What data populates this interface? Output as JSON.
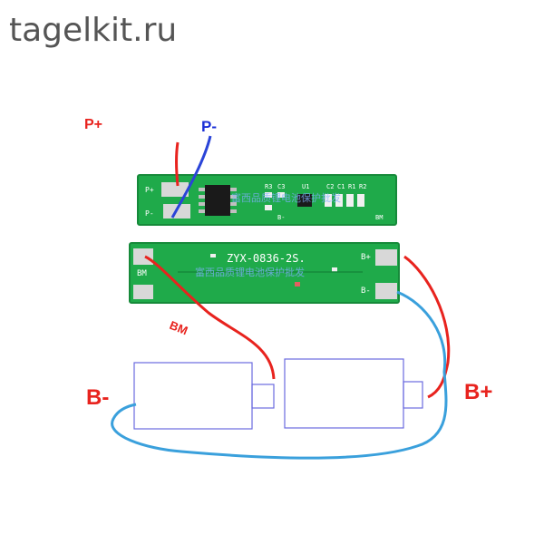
{
  "site": {
    "name": "tagelkit.ru"
  },
  "upper_board": {
    "pad_labels": {
      "p_plus": "P+",
      "p_minus": "P-",
      "b_minus": "B-",
      "bm": "BM"
    },
    "components": [
      "R3",
      "C3",
      "U1",
      "C2",
      "C1",
      "R1",
      "R2"
    ]
  },
  "lower_board": {
    "model": "ZYX-0836-2S.",
    "pad_labels": {
      "bm": "BM",
      "b_plus": "B+",
      "b_minus": "B-"
    },
    "watermark": "富西品质锂电池保护批发"
  },
  "upper_watermark": "富西品质锂电池保护批发",
  "wire_labels": {
    "p_plus": "P+",
    "p_minus": "P-",
    "bm": "BM",
    "b_minus": "B-",
    "b_plus": "B+"
  },
  "colors": {
    "pcb": "#1faa4a",
    "pcb_dark": "#168a3a",
    "pad": "#d8d8d8",
    "wire_red": "#e8231e",
    "wire_blue": "#3aa0dc",
    "label_blue": "#1b2fd6",
    "cell_outline": "#6a6adf"
  }
}
